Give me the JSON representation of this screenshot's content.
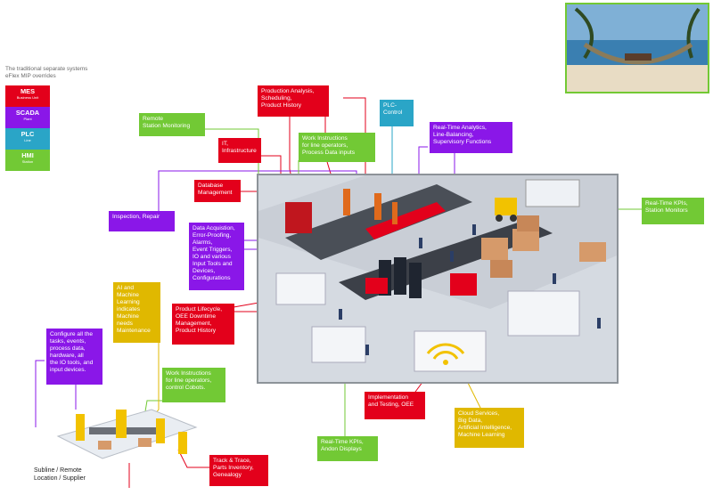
{
  "legend": {
    "title": "The traditional separate systems\neFlex MIP overrides",
    "items": [
      {
        "label": "MES",
        "sub": "Business Unit",
        "color": "#e3001b"
      },
      {
        "label": "SCADA",
        "sub": "Plant",
        "color": "#8a17e8"
      },
      {
        "label": "PLC",
        "sub": "Line",
        "color": "#2aa5c7"
      },
      {
        "label": "HMI",
        "sub": "Station",
        "color": "#72c935"
      }
    ]
  },
  "boxes": {
    "production_analysis": "Production Analysis,\nScheduling,\nProduct History",
    "plc_control": "PLC-\nControl",
    "realtime_analytics": "Real-Time Analytics,\nLine-Balancing,\nSupervisory Functions",
    "remote_monitoring": "Remote\nStation Monitoring",
    "it_infrastructure": "IT,\nInfrastructure",
    "work_instructions_top": "Work Instructions\nfor line operators,\nProcess Data inputs",
    "database_management": "Database\nManagement",
    "inspection_repair": "Inspection, Repair",
    "data_acquisition": "Data Acquistion,\nError-Proofing,\nAlarms,\nEvent Triggers,\nIO and various\nInput Tools and\nDevices,\nConfigurations",
    "realtime_kpis_station": "Real-Time KPIs,\nStation Monitors",
    "ai_maintenance": "AI and\nMachine\nLearning\nindicates\nMachine\nneeds\nMaintenance",
    "product_lifecycle": "Product Lifecycle,\nOEE Downtime\nManagement,\nProduct History",
    "configure": "Configure all the\ntasks, events,\nprocess data,\nhardware, all\nthe IO tools, and\ninput devices.",
    "work_instructions_cobots": "Work Instructions\nfor line operators,\ncontrol Cobots.",
    "implementation": "Implementation\nand Testing, OEE",
    "cloud_services": "Cloud Services,\nBig Data,\nArtificial Intelligence,\nMachine Learning",
    "realtime_kpis_andon": "Real-Time KPIs,\nAndon Displays",
    "track_trace": "Track & Trace,\nParts Inventory,\nGenealogy"
  },
  "subline_caption": "Subline / Remote\nLocation / Supplier",
  "colors": {
    "mes": "#e3001b",
    "scada": "#8a17e8",
    "plc": "#2aa5c7",
    "hmi": "#72c935",
    "cloud": "#e0b800"
  }
}
